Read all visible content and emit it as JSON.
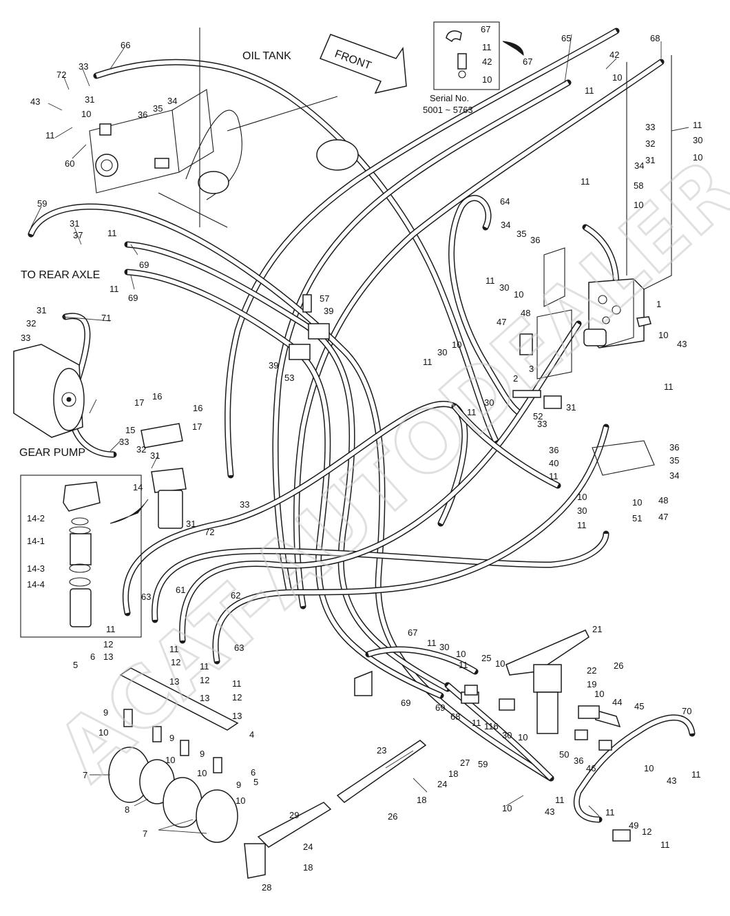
{
  "labels": {
    "oil_tank": "OIL TANK",
    "front": "FRONT",
    "to_rear_axle": "TO REAR AXLE",
    "gear_pump": "GEAR PUMP",
    "serial_line1": "Serial No.",
    "serial_line2": "5001 ~ 5763"
  },
  "watermark": "ACAT-AUTODEALER.RU",
  "callouts": [
    {
      "id": "c1",
      "text": "66"
    },
    {
      "id": "c2",
      "text": "72"
    },
    {
      "id": "c3",
      "text": "33"
    },
    {
      "id": "c4",
      "text": "43"
    },
    {
      "id": "c5",
      "text": "31"
    },
    {
      "id": "c6",
      "text": "10"
    },
    {
      "id": "c7",
      "text": "11"
    },
    {
      "id": "c8",
      "text": "60"
    },
    {
      "id": "c9",
      "text": "36"
    },
    {
      "id": "c10",
      "text": "35"
    },
    {
      "id": "c11",
      "text": "34"
    },
    {
      "id": "c12",
      "text": "59"
    },
    {
      "id": "c13",
      "text": "31"
    },
    {
      "id": "c14",
      "text": "37"
    },
    {
      "id": "c15",
      "text": "11"
    },
    {
      "id": "c16",
      "text": "69"
    },
    {
      "id": "c17",
      "text": "11"
    },
    {
      "id": "c18",
      "text": "69"
    },
    {
      "id": "c19",
      "text": "31"
    },
    {
      "id": "c20",
      "text": "32"
    },
    {
      "id": "c21",
      "text": "33"
    },
    {
      "id": "c22",
      "text": "71"
    },
    {
      "id": "c23",
      "text": "57"
    },
    {
      "id": "c24",
      "text": "39"
    },
    {
      "id": "c25",
      "text": "39"
    },
    {
      "id": "c26",
      "text": "53"
    },
    {
      "id": "c27",
      "text": "17"
    },
    {
      "id": "c28",
      "text": "16"
    },
    {
      "id": "c29",
      "text": "16"
    },
    {
      "id": "c30",
      "text": "17"
    },
    {
      "id": "c31",
      "text": "15"
    },
    {
      "id": "c32",
      "text": "33"
    },
    {
      "id": "c33",
      "text": "32"
    },
    {
      "id": "c34",
      "text": "31"
    },
    {
      "id": "c35",
      "text": "14"
    },
    {
      "id": "c36",
      "text": "31"
    },
    {
      "id": "c37",
      "text": "72"
    },
    {
      "id": "c38",
      "text": "33"
    },
    {
      "id": "c39",
      "text": "14-2"
    },
    {
      "id": "c40",
      "text": "14-1"
    },
    {
      "id": "c41",
      "text": "14-3"
    },
    {
      "id": "c42",
      "text": "14-4"
    },
    {
      "id": "c43",
      "text": "67"
    },
    {
      "id": "c44",
      "text": "11"
    },
    {
      "id": "c45",
      "text": "42"
    },
    {
      "id": "c46",
      "text": "10"
    },
    {
      "id": "c47",
      "text": "65"
    },
    {
      "id": "c48",
      "text": "67"
    },
    {
      "id": "c49",
      "text": "42"
    },
    {
      "id": "c50",
      "text": "11"
    },
    {
      "id": "c51",
      "text": "10"
    },
    {
      "id": "c52",
      "text": "68"
    },
    {
      "id": "c53",
      "text": "33"
    },
    {
      "id": "c54",
      "text": "32"
    },
    {
      "id": "c55",
      "text": "31"
    },
    {
      "id": "c56",
      "text": "34"
    },
    {
      "id": "c57",
      "text": "11"
    },
    {
      "id": "c58",
      "text": "58"
    },
    {
      "id": "c59",
      "text": "10"
    },
    {
      "id": "c60",
      "text": "11"
    },
    {
      "id": "c61",
      "text": "30"
    },
    {
      "id": "c62",
      "text": "10"
    },
    {
      "id": "c63",
      "text": "64"
    },
    {
      "id": "c64",
      "text": "34"
    },
    {
      "id": "c65",
      "text": "35"
    },
    {
      "id": "c66",
      "text": "36"
    },
    {
      "id": "c67",
      "text": "11"
    },
    {
      "id": "c68",
      "text": "30"
    },
    {
      "id": "c69",
      "text": "10"
    },
    {
      "id": "c70",
      "text": "1"
    },
    {
      "id": "c71",
      "text": "10"
    },
    {
      "id": "c72",
      "text": "43"
    },
    {
      "id": "c73",
      "text": "11"
    },
    {
      "id": "c74",
      "text": "47"
    },
    {
      "id": "c75",
      "text": "48"
    },
    {
      "id": "c76",
      "text": "10"
    },
    {
      "id": "c77",
      "text": "11"
    },
    {
      "id": "c78",
      "text": "30"
    },
    {
      "id": "c79",
      "text": "11"
    },
    {
      "id": "c80",
      "text": "30"
    },
    {
      "id": "c81",
      "text": "2"
    },
    {
      "id": "c82",
      "text": "3"
    },
    {
      "id": "c83",
      "text": "31"
    },
    {
      "id": "c84",
      "text": "52"
    },
    {
      "id": "c85",
      "text": "33"
    },
    {
      "id": "c86",
      "text": "36"
    },
    {
      "id": "c87",
      "text": "40"
    },
    {
      "id": "c88",
      "text": "11"
    },
    {
      "id": "c89",
      "text": "36"
    },
    {
      "id": "c90",
      "text": "35"
    },
    {
      "id": "c91",
      "text": "34"
    },
    {
      "id": "c92",
      "text": "10"
    },
    {
      "id": "c93",
      "text": "10"
    },
    {
      "id": "c94",
      "text": "48"
    },
    {
      "id": "c95",
      "text": "30"
    },
    {
      "id": "c96",
      "text": "51"
    },
    {
      "id": "c97",
      "text": "47"
    },
    {
      "id": "c98",
      "text": "11"
    },
    {
      "id": "c99",
      "text": "63"
    },
    {
      "id": "c100",
      "text": "61"
    },
    {
      "id": "c101",
      "text": "62"
    },
    {
      "id": "c102",
      "text": "11"
    },
    {
      "id": "c103",
      "text": "12"
    },
    {
      "id": "c104",
      "text": "13"
    },
    {
      "id": "c105",
      "text": "5"
    },
    {
      "id": "c106",
      "text": "6"
    },
    {
      "id": "c107",
      "text": "11"
    },
    {
      "id": "c108",
      "text": "12"
    },
    {
      "id": "c109",
      "text": "13"
    },
    {
      "id": "c110",
      "text": "11"
    },
    {
      "id": "c111",
      "text": "12"
    },
    {
      "id": "c112",
      "text": "13"
    },
    {
      "id": "c113",
      "text": "11"
    },
    {
      "id": "c114",
      "text": "12"
    },
    {
      "id": "c115",
      "text": "13"
    },
    {
      "id": "c116",
      "text": "63"
    },
    {
      "id": "c117",
      "text": "4"
    },
    {
      "id": "c118",
      "text": "9"
    },
    {
      "id": "c119",
      "text": "10"
    },
    {
      "id": "c120",
      "text": "9"
    },
    {
      "id": "c121",
      "text": "10"
    },
    {
      "id": "c122",
      "text": "9"
    },
    {
      "id": "c123",
      "text": "10"
    },
    {
      "id": "c124",
      "text": "9"
    },
    {
      "id": "c125",
      "text": "10"
    },
    {
      "id": "c126",
      "text": "6"
    },
    {
      "id": "c127",
      "text": "5"
    },
    {
      "id": "c128",
      "text": "7"
    },
    {
      "id": "c129",
      "text": "8"
    },
    {
      "id": "c130",
      "text": "7"
    },
    {
      "id": "c131",
      "text": "67"
    },
    {
      "id": "c132",
      "text": "11"
    },
    {
      "id": "c133",
      "text": "30"
    },
    {
      "id": "c134",
      "text": "10"
    },
    {
      "id": "c135",
      "text": "11"
    },
    {
      "id": "c136",
      "text": "25"
    },
    {
      "id": "c137",
      "text": "10"
    },
    {
      "id": "c138",
      "text": "21"
    },
    {
      "id": "c139",
      "text": "22"
    },
    {
      "id": "c140",
      "text": "26"
    },
    {
      "id": "c141",
      "text": "19"
    },
    {
      "id": "c142",
      "text": "10"
    },
    {
      "id": "c143",
      "text": "44"
    },
    {
      "id": "c144",
      "text": "45"
    },
    {
      "id": "c145",
      "text": "69"
    },
    {
      "id": "c146",
      "text": "69"
    },
    {
      "id": "c147",
      "text": "68"
    },
    {
      "id": "c148",
      "text": "11"
    },
    {
      "id": "c149",
      "text": "116"
    },
    {
      "id": "c150",
      "text": "30"
    },
    {
      "id": "c151",
      "text": "10"
    },
    {
      "id": "c152",
      "text": "50"
    },
    {
      "id": "c153",
      "text": "36"
    },
    {
      "id": "c154",
      "text": "46"
    },
    {
      "id": "c155",
      "text": "70"
    },
    {
      "id": "c156",
      "text": "10"
    },
    {
      "id": "c157",
      "text": "43"
    },
    {
      "id": "c158",
      "text": "11"
    },
    {
      "id": "c159",
      "text": "23"
    },
    {
      "id": "c160",
      "text": "27"
    },
    {
      "id": "c161",
      "text": "18"
    },
    {
      "id": "c162",
      "text": "59"
    },
    {
      "id": "c163",
      "text": "24"
    },
    {
      "id": "c164",
      "text": "18"
    },
    {
      "id": "c165",
      "text": "26"
    },
    {
      "id": "c166",
      "text": "10"
    },
    {
      "id": "c167",
      "text": "43"
    },
    {
      "id": "c168",
      "text": "11"
    },
    {
      "id": "c169",
      "text": "29"
    },
    {
      "id": "c170",
      "text": "24"
    },
    {
      "id": "c171",
      "text": "18"
    },
    {
      "id": "c172",
      "text": "28"
    },
    {
      "id": "c173",
      "text": "11"
    },
    {
      "id": "c174",
      "text": "49"
    },
    {
      "id": "c175",
      "text": "12"
    },
    {
      "id": "c176",
      "text": "11"
    }
  ]
}
